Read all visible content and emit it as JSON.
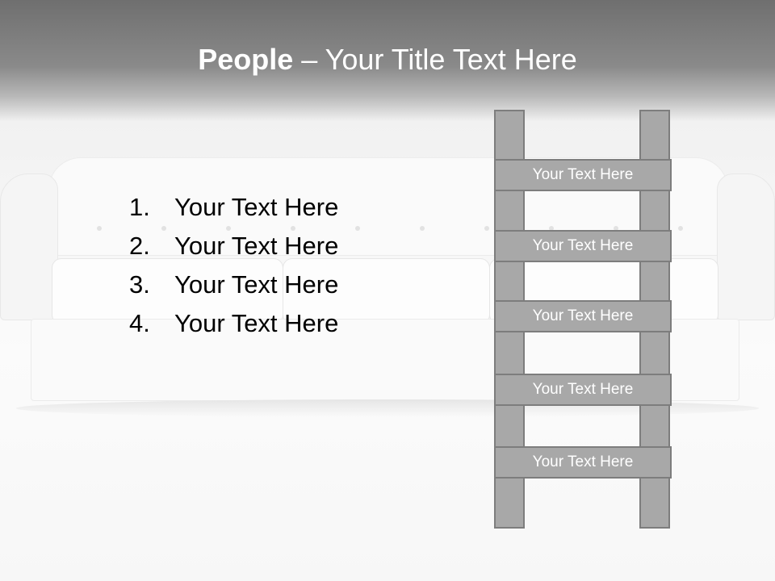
{
  "slide": {
    "title_bold": "People",
    "title_rest": " – Your Title Text Here"
  },
  "list": {
    "items": [
      {
        "number": "1.",
        "text": "Your Text Here"
      },
      {
        "number": "2.",
        "text": "Your Text Here"
      },
      {
        "number": "3.",
        "text": "Your Text Here"
      },
      {
        "number": "4.",
        "text": "Your Text Here"
      }
    ]
  },
  "ladder": {
    "rungs": [
      {
        "label": "Your Text Here"
      },
      {
        "label": "Your Text Here"
      },
      {
        "label": "Your Text Here"
      },
      {
        "label": "Your Text Here"
      },
      {
        "label": "Your Text Here"
      }
    ]
  }
}
